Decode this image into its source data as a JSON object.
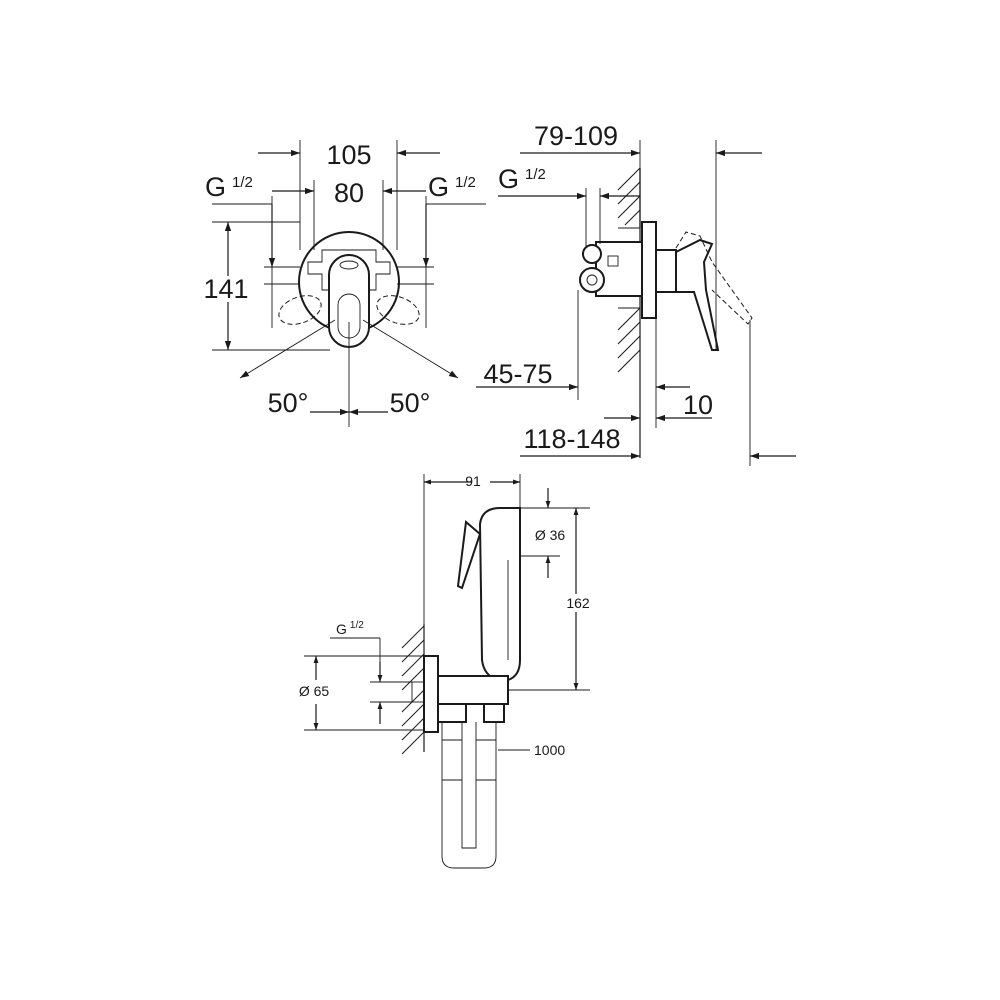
{
  "front_view": {
    "dim_overall_width": "105",
    "dim_inner_width": "80",
    "thread_left_main": "G",
    "thread_left_frac": "1/2",
    "thread_right_main": "G",
    "thread_right_frac": "1/2",
    "dim_height": "141",
    "angle_left": "50°",
    "angle_right": "50°"
  },
  "side_view": {
    "dim_projection": "79-109",
    "thread_main": "G",
    "thread_frac": "1/2",
    "dim_install_depth": "45-75",
    "dim_plate": "10",
    "dim_total_depth": "118-148"
  },
  "hand_shower_view": {
    "dim_width": "91",
    "dim_head_diameter": "Ø 36",
    "dim_length": "162",
    "thread_main": "G",
    "thread_frac": "1/2",
    "dim_rosette_diameter": "Ø 65",
    "dim_hose_length": "1000"
  }
}
